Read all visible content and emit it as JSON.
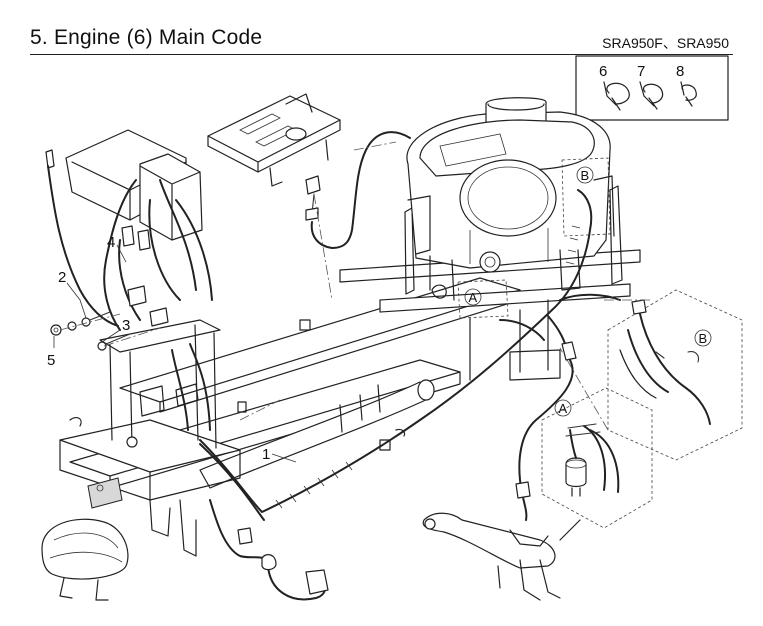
{
  "header": {
    "title": "5. Engine (6) Main Code",
    "model": "SRA950F、SRA950"
  },
  "callouts": {
    "c1": "1",
    "c2": "2",
    "c3": "3",
    "c4": "4",
    "c5": "5",
    "c6": "6",
    "c7": "7",
    "c8": "8"
  },
  "details": {
    "a": "A",
    "b": "B"
  }
}
